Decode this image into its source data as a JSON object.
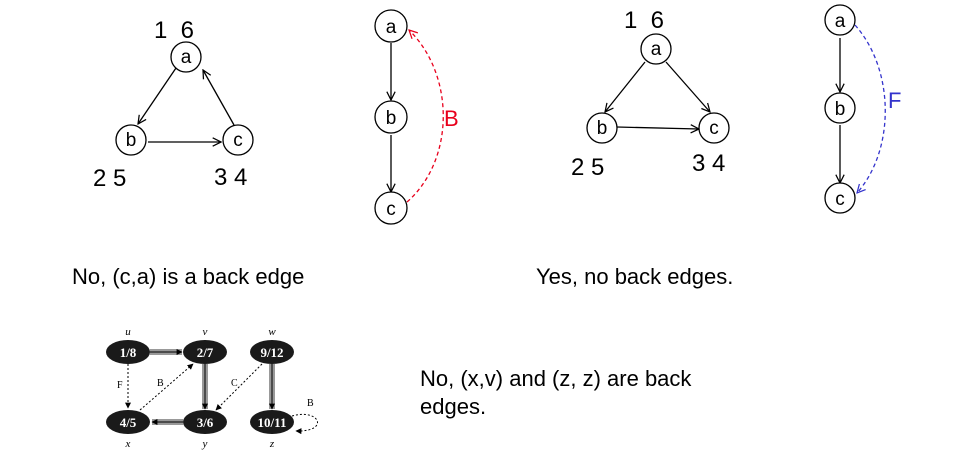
{
  "graph1": {
    "nodes": {
      "a": "a",
      "b": "b",
      "c": "c"
    },
    "times": {
      "a": "1  6",
      "b": "2 5",
      "c": "3 4"
    }
  },
  "tree1": {
    "nodes": {
      "a": "a",
      "b": "b",
      "c": "c"
    },
    "edge_label": "B",
    "edge_color": "#e8001c"
  },
  "graph2": {
    "nodes": {
      "a": "a",
      "b": "b",
      "c": "c"
    },
    "times": {
      "a": "1  6",
      "b": "2 5",
      "c": "3 4"
    }
  },
  "tree2": {
    "nodes": {
      "a": "a",
      "b": "b",
      "c": "c"
    },
    "edge_label": "F",
    "edge_color": "#3333cc"
  },
  "captions": {
    "left": "No, (c,a) is a back edge",
    "right": "Yes, no back edges.",
    "bottom_line1": "No, (x,v) and (z, z) are back",
    "bottom_line2": "edges."
  },
  "clrs": {
    "vars": {
      "u": "u",
      "v": "v",
      "w": "w",
      "x": "x",
      "y": "y",
      "z": "z"
    },
    "nodes": {
      "u": "1/8",
      "v": "2/7",
      "w": "9/12",
      "x": "4/5",
      "y": "3/6",
      "z": "10/11"
    },
    "edge_labels": {
      "F": "F",
      "B1": "B",
      "C": "C",
      "B2": "B"
    }
  }
}
